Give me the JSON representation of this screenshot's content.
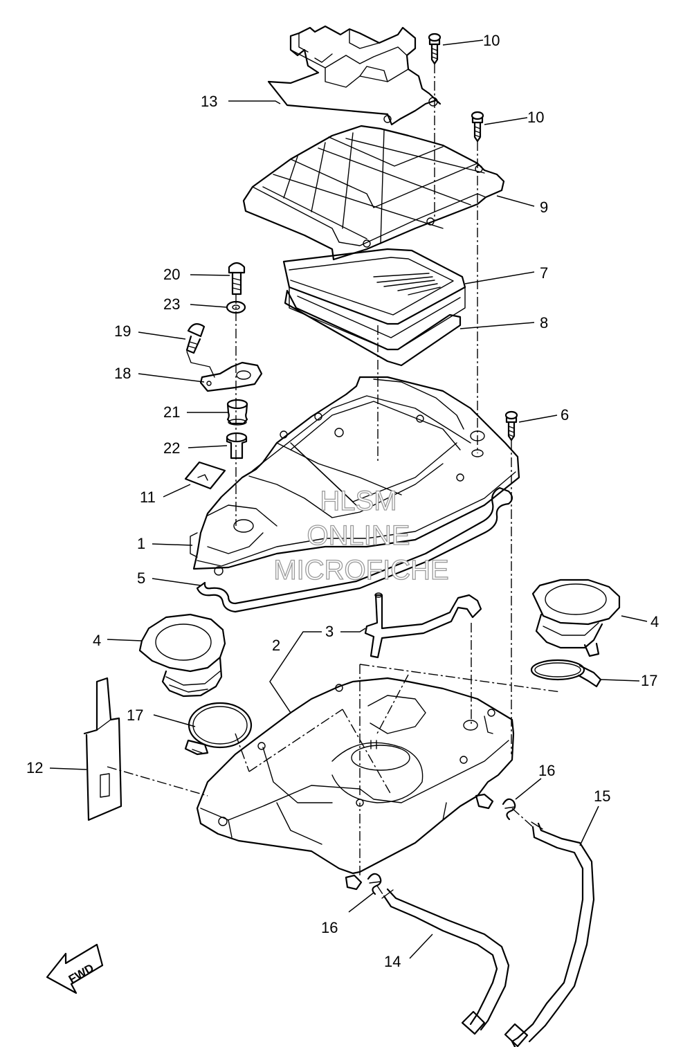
{
  "diagram": {
    "callouts": [
      {
        "id": "c10a",
        "text": "10"
      },
      {
        "id": "c13",
        "text": "13"
      },
      {
        "id": "c10b",
        "text": "10"
      },
      {
        "id": "c9",
        "text": "9"
      },
      {
        "id": "c7",
        "text": "7"
      },
      {
        "id": "c20",
        "text": "20"
      },
      {
        "id": "c23",
        "text": "23"
      },
      {
        "id": "c8",
        "text": "8"
      },
      {
        "id": "c19",
        "text": "19"
      },
      {
        "id": "c18",
        "text": "18"
      },
      {
        "id": "c21",
        "text": "21"
      },
      {
        "id": "c6",
        "text": "6"
      },
      {
        "id": "c22",
        "text": "22"
      },
      {
        "id": "c11",
        "text": "11"
      },
      {
        "id": "c1",
        "text": "1"
      },
      {
        "id": "c5",
        "text": "5"
      },
      {
        "id": "c4a",
        "text": "4"
      },
      {
        "id": "c3",
        "text": "3"
      },
      {
        "id": "c4b",
        "text": "4"
      },
      {
        "id": "c2",
        "text": "2"
      },
      {
        "id": "c17a",
        "text": "17"
      },
      {
        "id": "c17b",
        "text": "17"
      },
      {
        "id": "c12",
        "text": "12"
      },
      {
        "id": "c16a",
        "text": "16"
      },
      {
        "id": "c15",
        "text": "15"
      },
      {
        "id": "c16b",
        "text": "16"
      },
      {
        "id": "c14",
        "text": "14"
      }
    ],
    "watermark": [
      "HLSM",
      "ONLINE",
      "MICROFICHE"
    ],
    "direction_label": "FWD"
  }
}
